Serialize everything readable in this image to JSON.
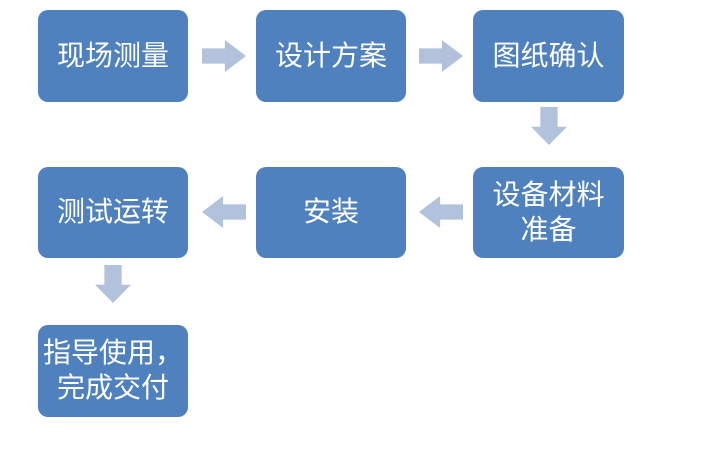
{
  "diagram": {
    "type": "flowchart",
    "nodes": [
      {
        "id": "step-1",
        "label": "现场测量"
      },
      {
        "id": "step-2",
        "label": "设计方案"
      },
      {
        "id": "step-3",
        "label": "图纸确认"
      },
      {
        "id": "step-4",
        "label": "设备材料\n准备"
      },
      {
        "id": "step-5",
        "label": "安装"
      },
      {
        "id": "step-6",
        "label": "测试运转"
      },
      {
        "id": "step-7",
        "label": "指导使用，\n完成交付"
      }
    ],
    "connections": [
      {
        "from": "step-1",
        "to": "step-2",
        "direction": "right"
      },
      {
        "from": "step-2",
        "to": "step-3",
        "direction": "right"
      },
      {
        "from": "step-3",
        "to": "step-4",
        "direction": "down"
      },
      {
        "from": "step-4",
        "to": "step-5",
        "direction": "left"
      },
      {
        "from": "step-5",
        "to": "step-6",
        "direction": "left"
      },
      {
        "from": "step-6",
        "to": "step-7",
        "direction": "down"
      }
    ]
  },
  "icons": {
    "arrow_right": "block-arrow-right",
    "arrow_left": "block-arrow-left",
    "arrow_down": "block-arrow-down"
  },
  "colors": {
    "node_fill": "#4e81bd",
    "arrow_fill": "#b2c1dc",
    "node_text": "#ffffff",
    "background": "#ffffff"
  }
}
